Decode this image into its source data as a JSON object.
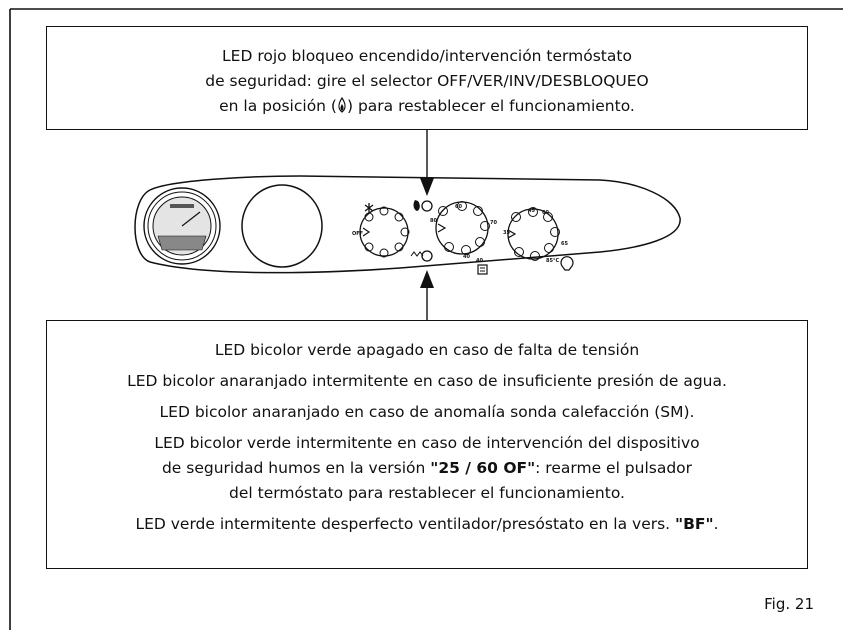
{
  "top_callout": {
    "line1": "LED rojo bloqueo encendido/intervención termóstato",
    "line2": "de seguridad: gire el selector OFF/VER/INV/DESBLOQUEO",
    "line3_before": "en la posición (",
    "line3_after": ") para restablecer el funcionamiento."
  },
  "bottom_callout": {
    "line1": "LED bicolor verde apagado en caso de falta de tensión",
    "line2": "LED bicolor anaranjado intermitente en caso de insuficiente presión de agua.",
    "line3": "LED bicolor anaranjado en caso de anomalía sonda calefacción (SM).",
    "line4": "LED bicolor verde intermitente en caso de intervención del dispositivo",
    "line5_before": "de seguridad humos en la versión ",
    "line5_bold": "\"25 / 60 OF\"",
    "line5_after": ": rearme el pulsador",
    "line6": "del termóstato para restablecer el funcionamiento.",
    "line7_before": "LED verde intermitente desperfecto ventilador/presóstato en la vers. ",
    "line7_bold": "\"BF\"",
    "line7_after": "."
  },
  "panel": {
    "selector_labels": [
      "OFF",
      "60",
      "80",
      "70",
      "40",
      "45",
      "60",
      "65",
      "35",
      "85°C",
      "40"
    ]
  },
  "figure_label": "Fig. 21"
}
